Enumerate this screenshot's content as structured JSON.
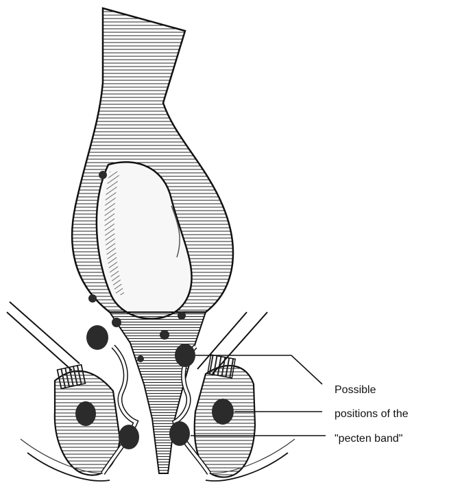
{
  "caption": {
    "line1": "Possible",
    "line2": "positions of the",
    "line3": "\"pecten band\""
  },
  "colors": {
    "ink": "#111111",
    "nodule": "#2b2b2b",
    "background": "#ffffff"
  }
}
